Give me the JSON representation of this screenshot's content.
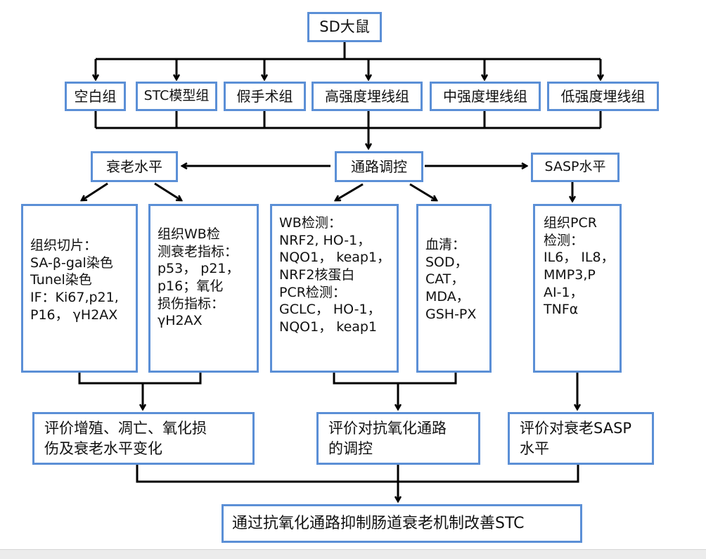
{
  "colors": {
    "box_border": "#5b8fd6",
    "connector": "#000000",
    "text": "#111111"
  },
  "root": {
    "label": "SD大鼠"
  },
  "groups": [
    {
      "label": "空白组"
    },
    {
      "label": "STC模型组"
    },
    {
      "label": "假手术组"
    },
    {
      "label": "高强度埋线组"
    },
    {
      "label": "中强度埋线组"
    },
    {
      "label": "低强度埋线组"
    }
  ],
  "categories": {
    "senescence": {
      "label": "衰老水平"
    },
    "pathway": {
      "label": "通路调控"
    },
    "sasp": {
      "label": "SASP水平"
    }
  },
  "details": {
    "tissue_section": {
      "lines": [
        "组织切片：",
        "SA-β-gal染色",
        "Tunel染色",
        "IF：Ki67,p21,",
        "P16， γH2AX"
      ]
    },
    "tissue_wb": {
      "lines": [
        "组织WB检",
        "测衰老指标：",
        "p53， p21，",
        "p16；氧化",
        "损伤指标：",
        "γH2AX"
      ]
    },
    "wb_pcr": {
      "lines": [
        "WB检测：",
        "NRF2, HO-1，",
        "NQO1， keap1，",
        "NRF2核蛋白",
        "PCR检测：",
        "GCLC， HO-1，",
        "NQO1， keap1"
      ]
    },
    "serum": {
      "lines": [
        "血清：",
        "SOD，",
        "CAT，",
        "MDA，",
        "GSH-PX"
      ]
    },
    "tissue_pcr": {
      "lines": [
        "组织PCR",
        "检测：",
        "IL6， IL8，",
        "MMP3,P",
        "AI-1，",
        "TNFα"
      ]
    }
  },
  "evaluations": {
    "senescence_eval": {
      "lines": [
        "评价增殖、凋亡、氧化损",
        "伤及衰老水平变化"
      ]
    },
    "pathway_eval": {
      "lines": [
        "评价对抗氧化通路",
        "的调控"
      ]
    },
    "sasp_eval": {
      "lines": [
        "评价对衰老SASP",
        "水平"
      ]
    }
  },
  "conclusion": {
    "label": "通过抗氧化通路抑制肠道衰老机制改善STC"
  }
}
